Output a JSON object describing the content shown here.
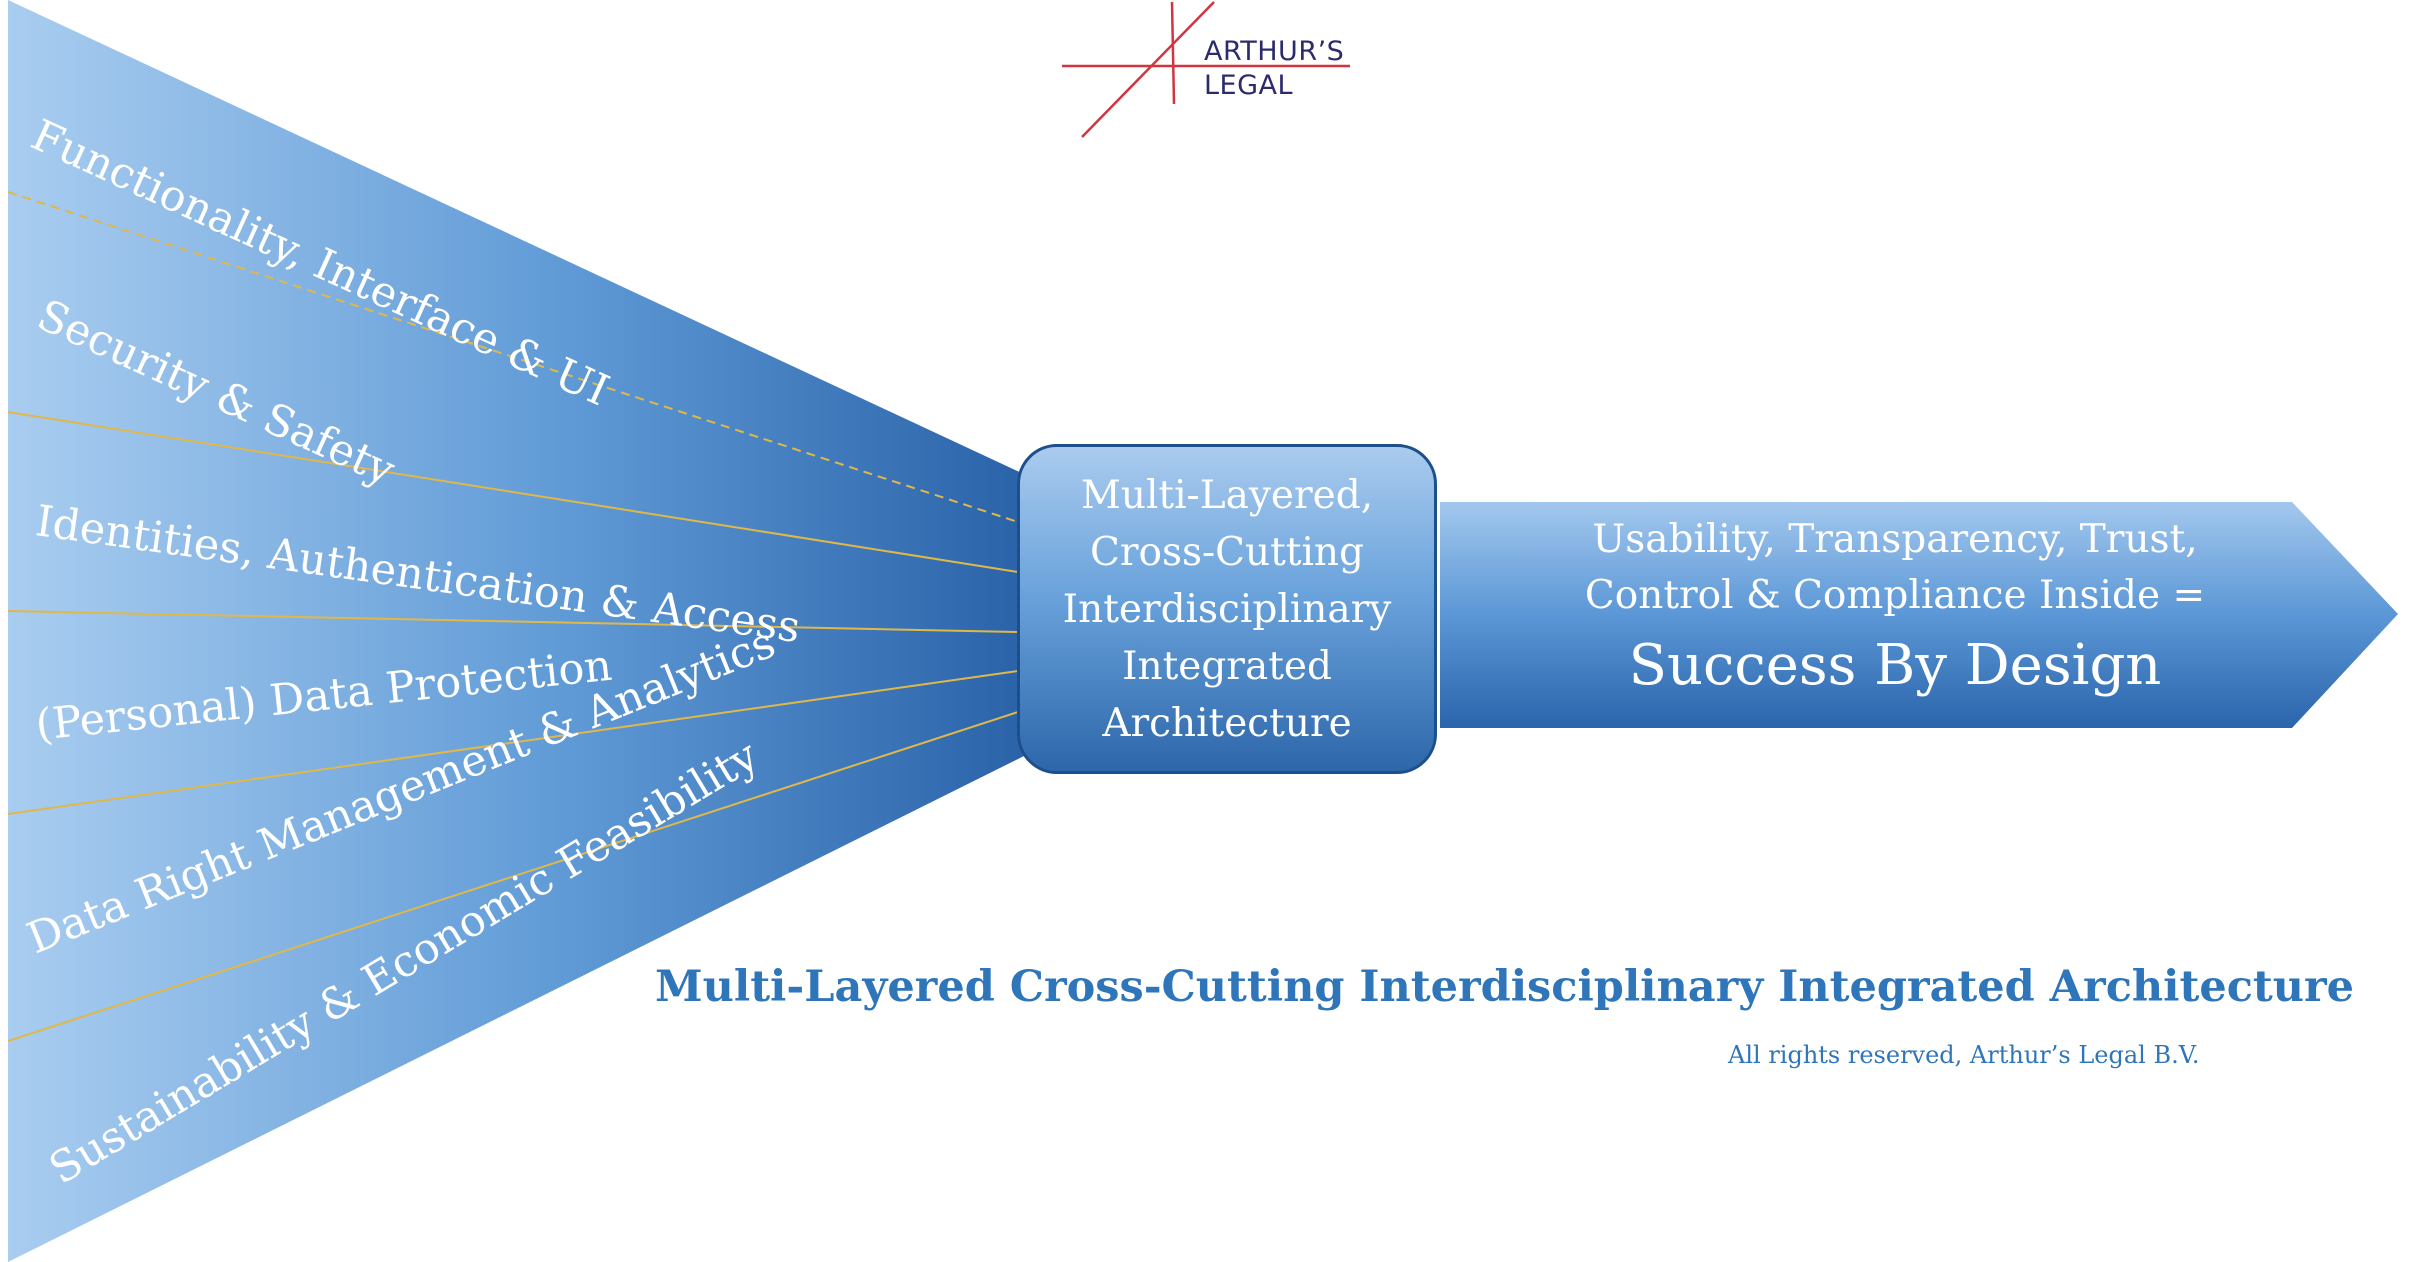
{
  "logo": {
    "line1": "ARTHUR’S",
    "line2": "LEGAL"
  },
  "layers": [
    "Functionality, Interface & UI",
    "Security & Safety",
    "Identities, Authentication & Access",
    "(Personal) Data Protection",
    "Data Right Management & Analytics",
    "Sustainability & Economic Feasibility"
  ],
  "hub": {
    "lines": [
      "Multi-Layered,",
      "Cross-Cutting",
      "Interdisciplinary",
      "Integrated",
      "Architecture"
    ]
  },
  "outcome": {
    "line1": "Usability, Transparency, Trust,",
    "line2": "Control & Compliance Inside =",
    "headline": "Success By Design"
  },
  "caption": "Multi-Layered Cross-Cutting Interdisciplinary Integrated Architecture",
  "copyright": "All rights reserved, Arthur’s Legal B.V.",
  "colors": {
    "funnel_light": "#a9cdf0",
    "funnel_dark": "#2a62a8",
    "divider": "#e0b84a",
    "logo_red": "#d1353f",
    "logo_text": "#2b2b6e",
    "caption_blue": "#2f75b9",
    "hub_border": "#1d4f8c"
  }
}
